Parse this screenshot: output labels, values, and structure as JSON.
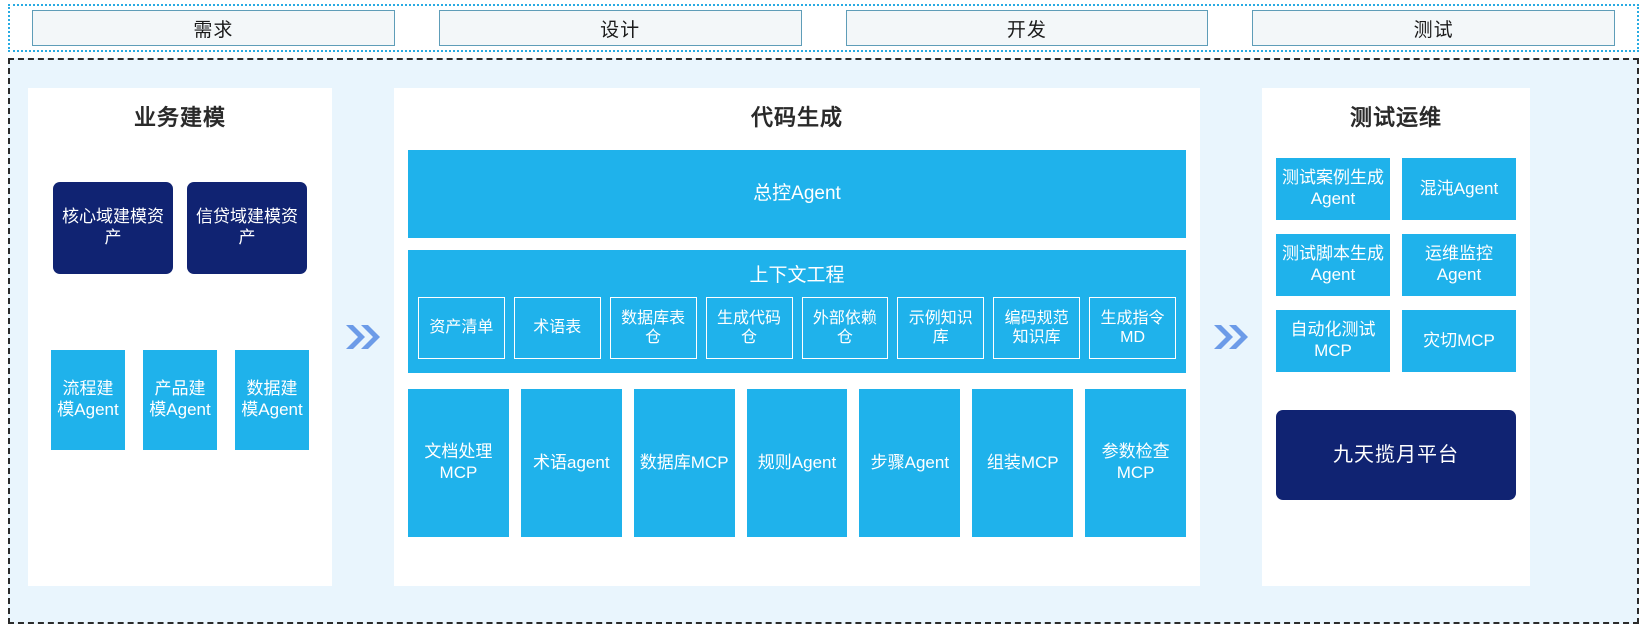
{
  "phases": {
    "items": [
      {
        "label": "需求"
      },
      {
        "label": "设计"
      },
      {
        "label": "开发"
      },
      {
        "label": "测试"
      }
    ]
  },
  "colors": {
    "cyan": "#1FB2EB",
    "navy": "#102372",
    "region_bg": "#E9F5FD",
    "panel_bg": "#FFFFFF",
    "phase_bg": "#F3F7F9",
    "phase_border": "#5E9DB8",
    "chevron": "#6C9BE8",
    "dotted_border": "#29ABE2",
    "dashed_border": "#2B2B2B"
  },
  "left_panel": {
    "title": "业务建模",
    "assets": [
      {
        "label": "核心域建模资产"
      },
      {
        "label": "信贷域建模资产"
      }
    ],
    "agents": [
      {
        "label": "流程建模Agent"
      },
      {
        "label": "产品建模Agent"
      },
      {
        "label": "数据建模Agent"
      }
    ]
  },
  "connector_left": {
    "icon": "double-chevron-right-icon"
  },
  "center_panel": {
    "title": "代码生成",
    "master_agent": {
      "label": "总控Agent"
    },
    "context": {
      "title": "上下文工程",
      "items": [
        {
          "label": "资产清单"
        },
        {
          "label": "术语表"
        },
        {
          "label": "数据库表仓"
        },
        {
          "label": "生成代码仓"
        },
        {
          "label": "外部依赖仓"
        },
        {
          "label": "示例知识库"
        },
        {
          "label": "编码规范知识库"
        },
        {
          "label": "生成指令MD"
        }
      ]
    },
    "tools": [
      {
        "label": "文档处理MCP"
      },
      {
        "label": "术语agent"
      },
      {
        "label": "数据库MCP"
      },
      {
        "label": "规则Agent"
      },
      {
        "label": "步骤Agent"
      },
      {
        "label": "组装MCP"
      },
      {
        "label": "参数检查MCP"
      }
    ]
  },
  "connector_right": {
    "icon": "double-chevron-right-icon"
  },
  "right_panel": {
    "title": "测试运维",
    "agents": [
      {
        "label": "测试案例生成Agent"
      },
      {
        "label": "混沌Agent"
      },
      {
        "label": "测试脚本生成Agent"
      },
      {
        "label": "运维监控Agent"
      },
      {
        "label": "自动化测试MCP"
      },
      {
        "label": "灾切MCP"
      }
    ],
    "platform": {
      "label": "九天揽月平台"
    }
  }
}
